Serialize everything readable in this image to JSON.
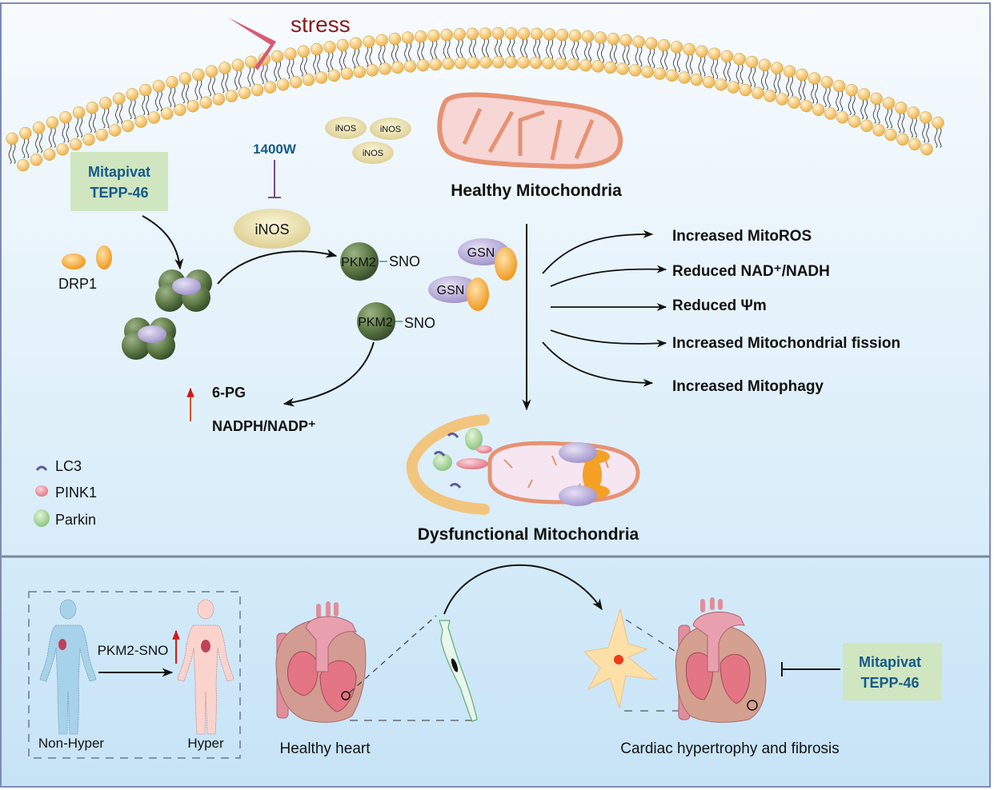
{
  "top_panel": {
    "stress_label": "stress",
    "inhibitor_label": "1400W",
    "inos_cluster": [
      "iNOS",
      "iNOS",
      "iNOS"
    ],
    "inos_main": "iNOS",
    "drug_box": {
      "line1": "Mitapivat",
      "line2": "TEPP-46"
    },
    "drp1_label": "DRP1",
    "pkm2_sno_1": {
      "protein": "PKM2",
      "mod": "SNO"
    },
    "pkm2_sno_2": {
      "protein": "PKM2",
      "mod": "SNO"
    },
    "gsn_labels": [
      "GSN",
      "GSN"
    ],
    "metabolites": [
      "6-PG",
      "NADPH/NADP⁺"
    ],
    "healthy_label": "Healthy Mitochondria",
    "dysfunctional_label": "Dysfunctional Mitochondria",
    "outcomes": [
      "Increased MitoROS",
      "Reduced NAD⁺/NADH",
      "Reduced Ψm",
      "Increased Mitochondrial fission",
      "Increased Mitophagy"
    ],
    "legend": [
      {
        "icon": "lc3-icon",
        "label": "LC3"
      },
      {
        "icon": "pink1-icon",
        "label": "PINK1"
      },
      {
        "icon": "parkin-icon",
        "label": "Parkin"
      }
    ]
  },
  "bottom_panel": {
    "non_hyper_label": "Non-Hyper",
    "hyper_label": "Hyper",
    "pkm2_sno_label": "PKM2-SNO",
    "healthy_heart_label": "Healthy heart",
    "hypertrophy_label": "Cardiac hypertrophy and fibrosis",
    "drug_box": {
      "line1": "Mitapivat",
      "line2": "TEPP-46"
    }
  },
  "colors": {
    "drug_text": "#155a8a",
    "drug_box": "#cfe6c0",
    "stress_text": "#8b1a1a",
    "lipid_head": "#f4c468",
    "pkm2": "#4f6b3a",
    "gsn": "#b3a8d6",
    "orange": "#f4a024",
    "inos": "#e8dca0",
    "mito_fill": "#f6d2d2",
    "mito_edge": "#e08a6a"
  }
}
